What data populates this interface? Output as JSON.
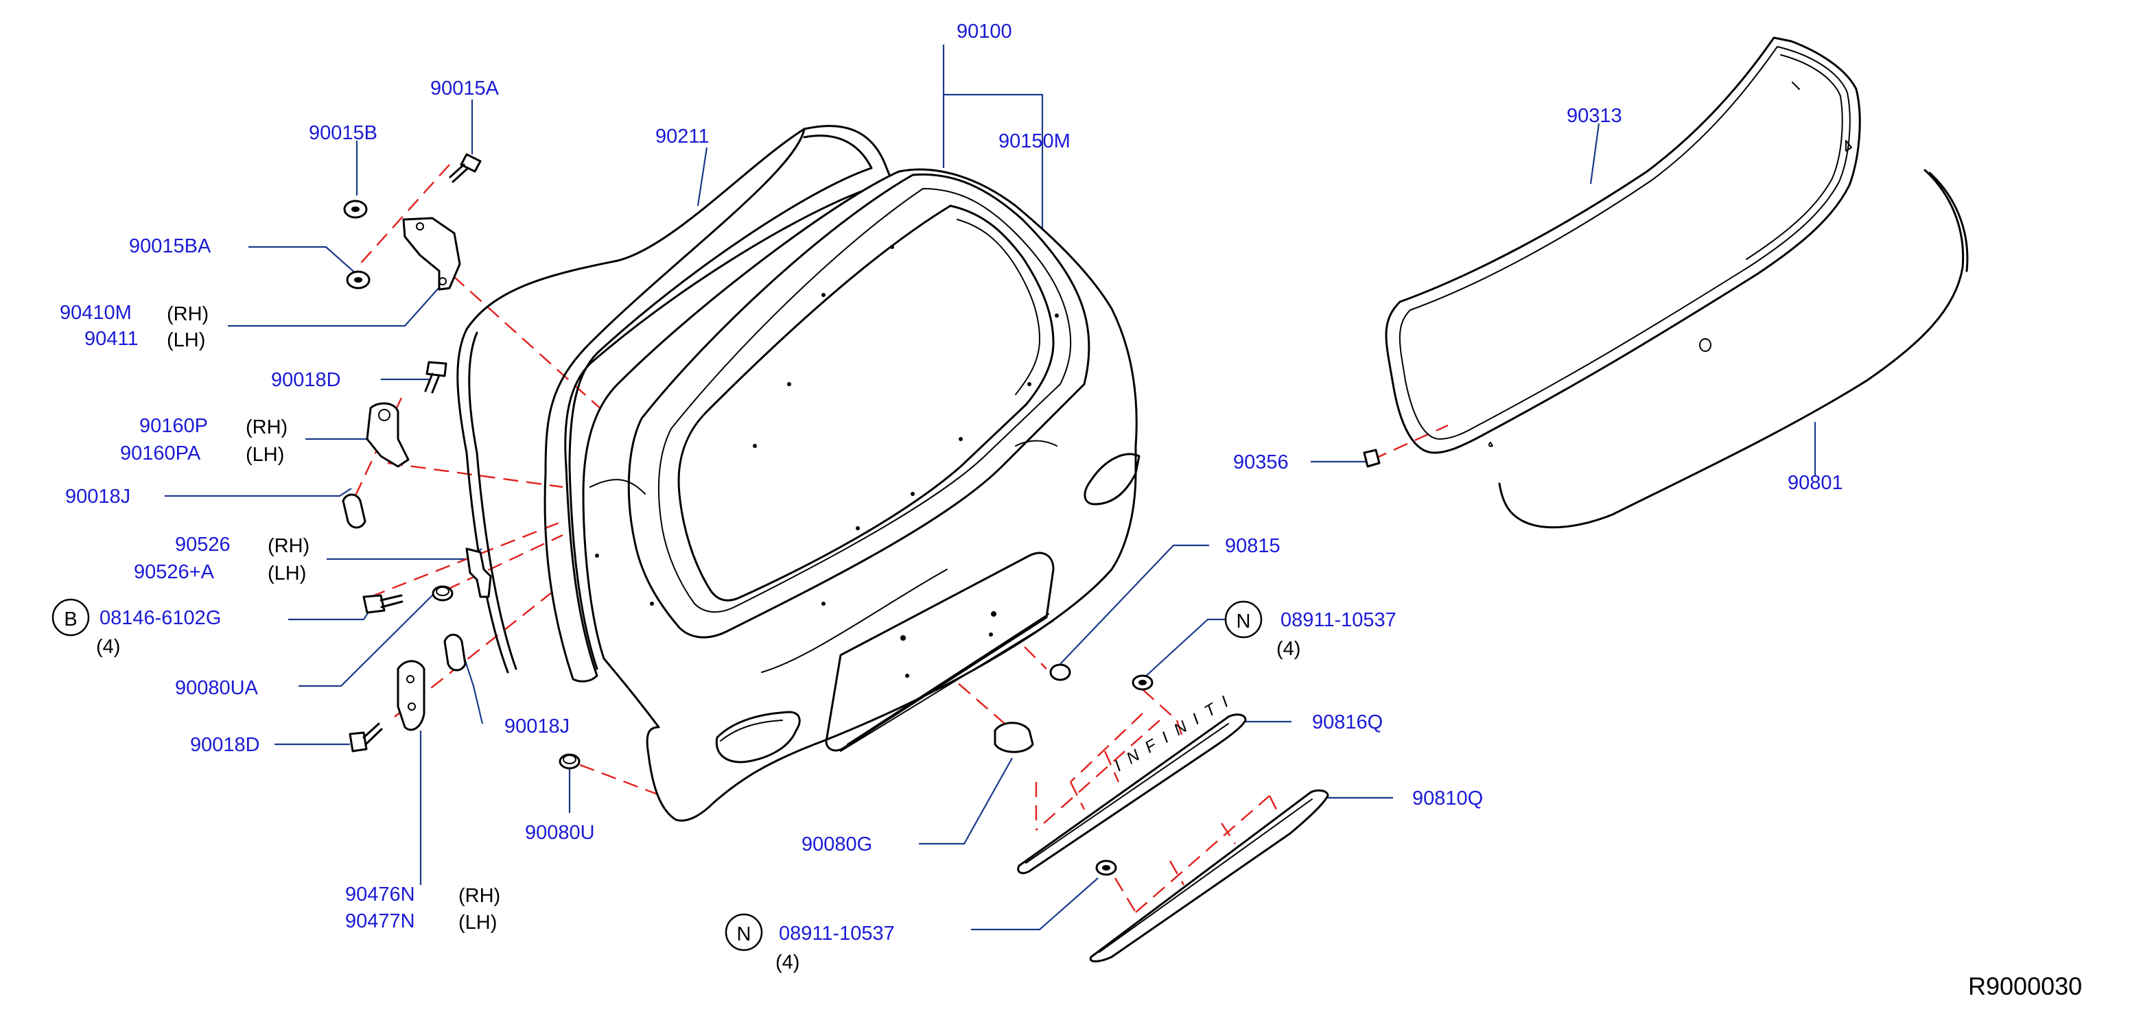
{
  "diagram_ref": "R9000030",
  "circle_letters": {
    "B": "B",
    "N": "N"
  },
  "parts": {
    "p90100": "90100",
    "p90211": "90211",
    "p90150M": "90150M",
    "p90015A": "90015A",
    "p90015B": "90015B",
    "p90015BA": "90015BA",
    "p90410M": "90410M",
    "p90411": "90411",
    "p90018D_top": "90018D",
    "p90160P": "90160P",
    "p90160PA": "90160PA",
    "p90018J_top": "90018J",
    "p90526": "90526",
    "p90526A": "90526+A",
    "p08146": "08146-6102G",
    "p90080UA": "90080UA",
    "p90018D_bot": "90018D",
    "p90018J_bot": "90018J",
    "p90080U": "90080U",
    "p90476N": "90476N",
    "p90477N": "90477N",
    "p90313": "90313",
    "p90356": "90356",
    "p90801": "90801",
    "p90815": "90815",
    "p08911_top": "08911-10537",
    "p90816Q": "90816Q",
    "p90810Q": "90810Q",
    "p90080G": "90080G",
    "p08911_bot": "08911-10537"
  },
  "sides": {
    "rh": "(RH)",
    "lh": "(LH)"
  },
  "quantities": {
    "q08146": "(4)",
    "q08911_top": "(4)",
    "q08911_bot": "(4)"
  },
  "emblem_text": "INFINITI"
}
